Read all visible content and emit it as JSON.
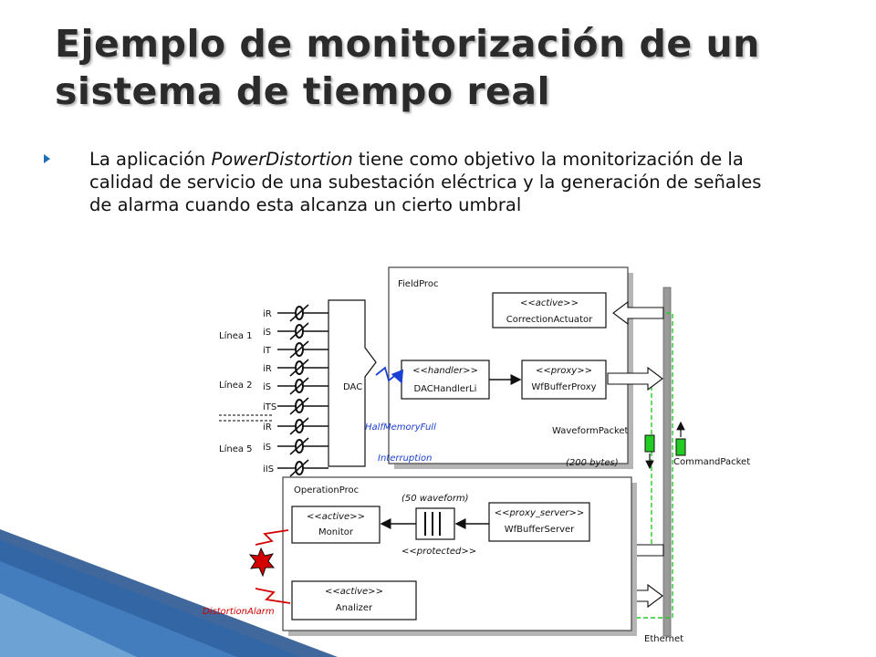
{
  "slide": {
    "title_line1": "Ejemplo de monitorización de un",
    "title_line2": "sistema de tiempo real",
    "bullet_prefix": "La aplicación ",
    "bullet_em": "PowerDistortion",
    "bullet_suffix": " tiene como objetivo la monitorización de la calidad de servicio de una subestación eléctrica y la generación de señales de alarma cuando esta alcanza un cierto umbral"
  },
  "diagram": {
    "lines": [
      "Línea 1",
      "Línea 2",
      "Línea 5"
    ],
    "inputs": [
      "iR",
      "iS",
      "iT",
      "iR",
      "iS",
      "iTS",
      "iR",
      "iS",
      "iIS"
    ],
    "dac_label": "DAC",
    "fieldproc": {
      "title": "FieldProc",
      "correction_stereotype": "<<active>>",
      "correction_name": "CorrectionActuator",
      "handler_stereotype": "<<handler>>",
      "handler_name": "DACHandlerLi",
      "proxy_stereotype": "<<proxy>>",
      "proxy_name": "WfBufferProxy"
    },
    "halfmemory_label": "HalfMemoryFull",
    "interruption_label": "Interruption",
    "waveform_packet": "WaveformPacket",
    "packet_size": "(200 bytes)",
    "command_packet": "CommandPacket",
    "operationproc": {
      "title": "OperationProc",
      "monitor_stereotype": "<<active>>",
      "monitor_name": "Monitor",
      "buffer_label": "(50 waveform)",
      "protected_label": "<<protected>>",
      "server_stereotype": "<<proxy_server>>",
      "server_name": "WfBufferServer",
      "analizer_stereotype": "<<active>>",
      "analizer_name": "Analizer"
    },
    "alarm_label": "DistortionAlarm",
    "ethernet_label": "Ethernet"
  },
  "colors": {
    "title": "#2b2b2b",
    "bullet_marker": "#1f6fb2",
    "deco_blue": "#1f4e8c",
    "interrupt_blue": "#1a3fd1",
    "alarm_red": "#d40000",
    "network_green": "#22cc22"
  }
}
